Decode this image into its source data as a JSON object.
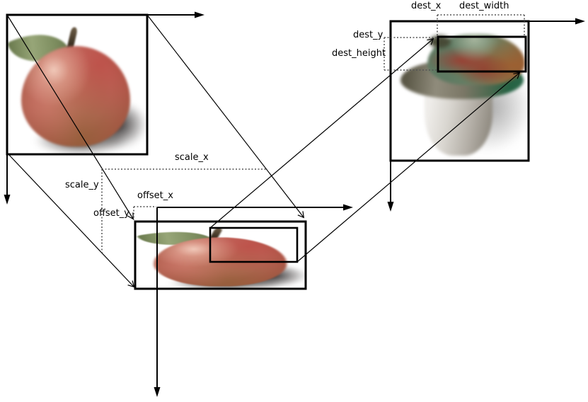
{
  "labels": {
    "scale_x": "scale_x",
    "scale_y": "scale_y",
    "offset_x": "offset_x",
    "offset_y": "offset_y",
    "dest_x": "dest_x",
    "dest_width": "dest_width",
    "dest_y": "dest_y",
    "dest_height": "dest_height"
  },
  "images": {
    "source": "apple",
    "scaled": "apple stretched horizontally and squashed vertically",
    "destination": "mushroom with composited apple region"
  },
  "colors": {
    "background": "#ffffff",
    "line": "#000000",
    "dotted_line": "#555555",
    "apple_red": "#c06b5f",
    "apple_highlight": "#f0d0c0",
    "apple_bottom_brown": "#8e5038",
    "leaf_green": "#8a9a6d",
    "mushroom_cap_green": "#5e7a62",
    "mushroom_cap_red": "#a3342b",
    "mushroom_cap_brown": "#9a5c33",
    "mushroom_stem_gray": "#d9d6d0"
  }
}
